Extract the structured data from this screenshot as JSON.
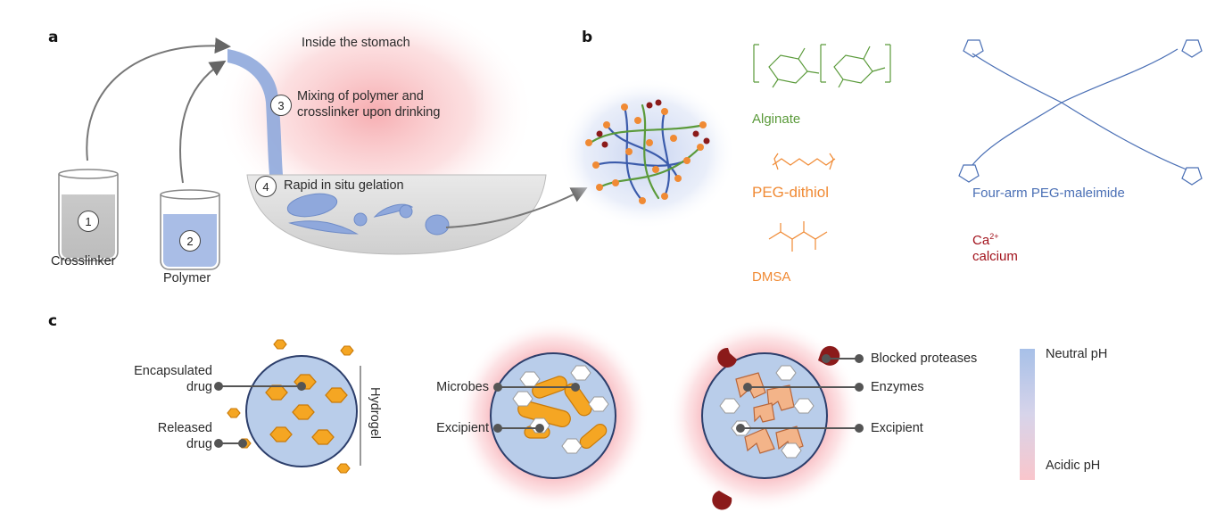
{
  "panel_a": {
    "letter": "a",
    "region_title": "Inside the stomach",
    "step1_num": "1",
    "step2_num": "2",
    "step3_num": "3",
    "step4_num": "4",
    "crosslinker_label": "Crosslinker",
    "polymer_label": "Polymer",
    "step3_line1": "Mixing of polymer and",
    "step3_line2": "crosslinker upon drinking",
    "step4_text": "Rapid in situ gelation"
  },
  "panel_b": {
    "letter": "b",
    "alginate_label": "Alginate",
    "peg_dithiol_label": "PEG-dithiol",
    "dmsa_label": "DMSA",
    "peg_maleimide_label": "Four-arm PEG-maleimide",
    "ca_symbol": "Ca",
    "ca_charge": "2+",
    "calcium_label": "calcium"
  },
  "panel_c": {
    "letter": "c",
    "encapsulated_line1": "Encapsulated",
    "encapsulated_line2": "drug",
    "released_line1": "Released",
    "released_line2": "drug",
    "hydrogel_label": "Hydrogel",
    "microbes_label": "Microbes",
    "excipient_label": "Excipient",
    "blocked_proteases_label": "Blocked proteases",
    "enzymes_label": "Enzymes",
    "excipient_label_2": "Excipient",
    "neutral_ph_label": "Neutral pH",
    "acidic_ph_label": "Acidic pH"
  },
  "colors": {
    "polymer_blue": "#8fa8dc",
    "gel_blue": "#b9cdea",
    "drug_orange": "#f5a623",
    "network_green": "#5a9a3a",
    "network_blue": "#3b5bab",
    "calcium_red": "#8b1a1a",
    "acid_pink": "#f7b6bd"
  }
}
